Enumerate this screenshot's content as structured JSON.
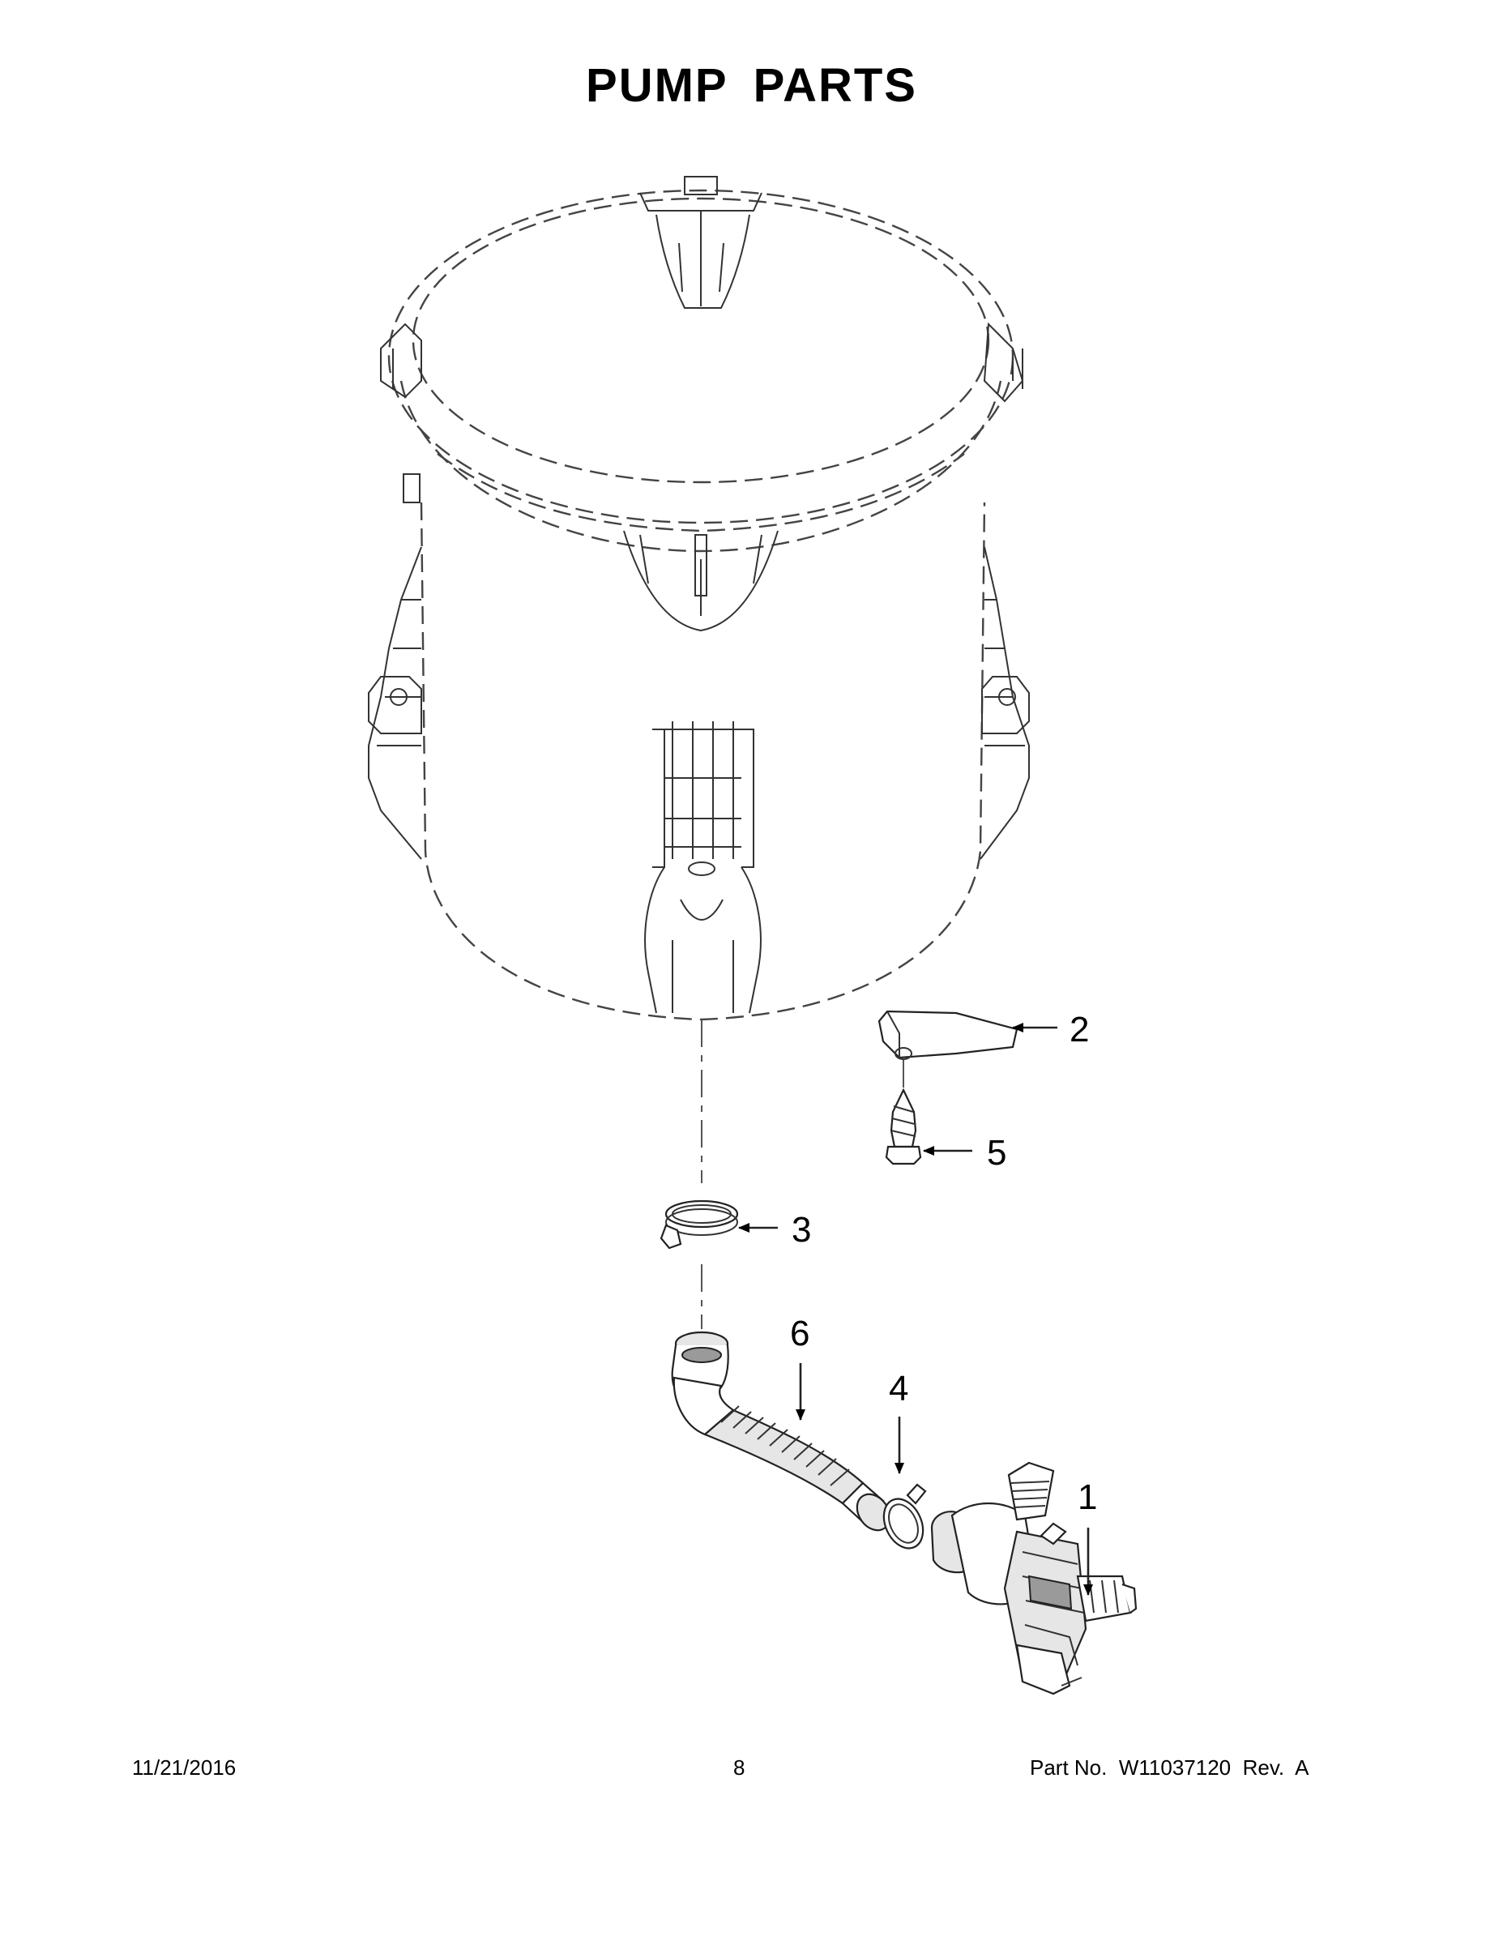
{
  "page": {
    "title": "PUMP PARTS",
    "footer": {
      "date": "11/21/2016",
      "page_number": "8",
      "part_no_label": "Part No.",
      "part_no": "W11037120",
      "rev_label": "Rev.",
      "rev": "A"
    }
  },
  "callouts": [
    {
      "id": "1",
      "label": "1"
    },
    {
      "id": "2",
      "label": "2"
    },
    {
      "id": "3",
      "label": "3"
    },
    {
      "id": "4",
      "label": "4"
    },
    {
      "id": "5",
      "label": "5"
    },
    {
      "id": "6",
      "label": "6"
    }
  ]
}
